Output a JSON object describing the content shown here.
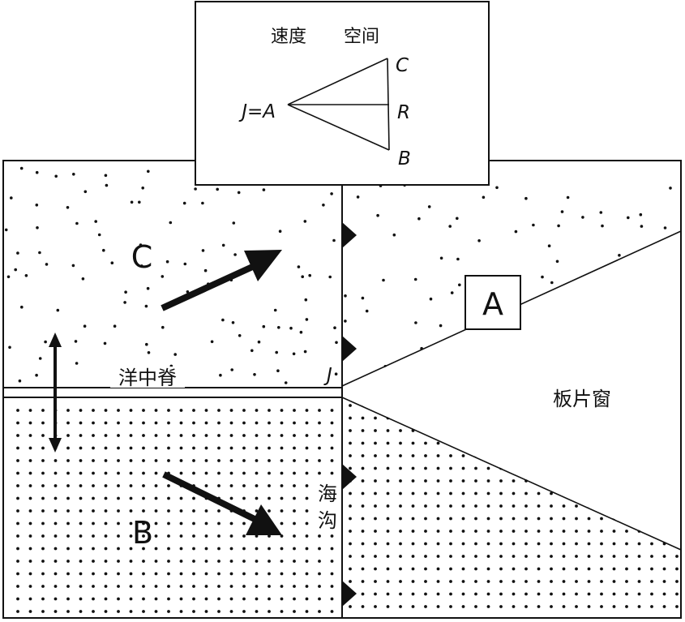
{
  "inset": {
    "title_left": "速度",
    "title_right": "空间",
    "vertex_origin": "J=A",
    "vertex_c": "C",
    "vertex_r": "R",
    "vertex_b": "B"
  },
  "plates": {
    "c": "C",
    "b": "B",
    "a": "A"
  },
  "labels": {
    "ridge": "洋中脊",
    "junction": "J",
    "slab_window": "板片窗",
    "trench_line1": "海",
    "trench_line2": "沟"
  },
  "colors": {
    "ink": "#111111",
    "background": "#ffffff"
  }
}
